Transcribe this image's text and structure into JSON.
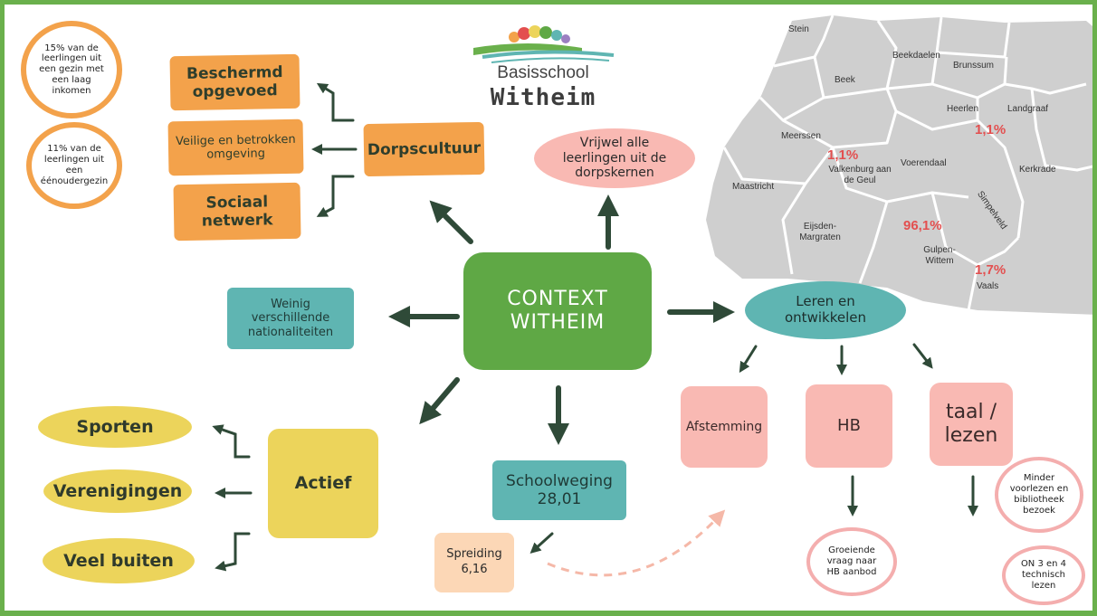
{
  "center": "CONTEXT\nWITHEIM",
  "logo": {
    "line1": "Basisschool",
    "line2": "Witheim",
    "colors": [
      "#f3a24b",
      "#e34f4f",
      "#5fa845",
      "#5fb5b2",
      "#9b7fc1",
      "#ecd45b"
    ]
  },
  "stats": {
    "low_income": "15% van de leerlingen uit een gezin met een laag inkomen",
    "single_parent": "11% van de leerlingen uit een éénoudergezin"
  },
  "dorpscultuur": {
    "label": "Dorpscultuur",
    "items": [
      "Beschermd opgevoed",
      "Veilige en betrokken omgeving",
      "Sociaal netwerk"
    ]
  },
  "villages": "Vrijwel alle leerlingen uit de dorpskernen",
  "nationalities": "Weinig verschillende nationaliteiten",
  "actief": {
    "label": "Actief",
    "items": [
      "Sporten",
      "Verenigingen",
      "Veel buiten"
    ]
  },
  "schoolweging": {
    "label": "Schoolweging",
    "value": "28,01"
  },
  "spreiding": {
    "label": "Spreiding",
    "value": "6,16"
  },
  "leren": {
    "label": "Leren en ontwikkelen",
    "afstemming": "Afstemming",
    "hb": "HB",
    "hb_note": "Groeiende vraag naar HB aanbod",
    "taal": "taal / lezen",
    "taal_notes": [
      "Minder voorlezen en bibliotheek bezoek",
      "ON 3 en 4 technisch lezen"
    ]
  },
  "map": {
    "municipalities": [
      "Stein",
      "Beek",
      "Beekdaelen",
      "Brunssum",
      "Heerlen",
      "Landgraaf",
      "Meerssen",
      "Valkenburg aan de Geul",
      "Voerendaal",
      "Kerkrade",
      "Maastricht",
      "Simpelveld",
      "Eijsden-Margraten",
      "Gulpen-Wittem",
      "Vaals"
    ],
    "percentages": {
      "heerlen": "1,1%",
      "valkenburg": "1,1%",
      "gulpen_wittem": "96,1%",
      "vaals": "1,7%"
    }
  },
  "colors": {
    "frame": "#6ab04c",
    "arrow": "#2f4a38",
    "orange": "#f3a24b",
    "teal": "#5fb5b2",
    "pink": "#f9b9b3",
    "yellow": "#ecd45b",
    "green": "#5fa845",
    "map": "#cfcfcf"
  }
}
